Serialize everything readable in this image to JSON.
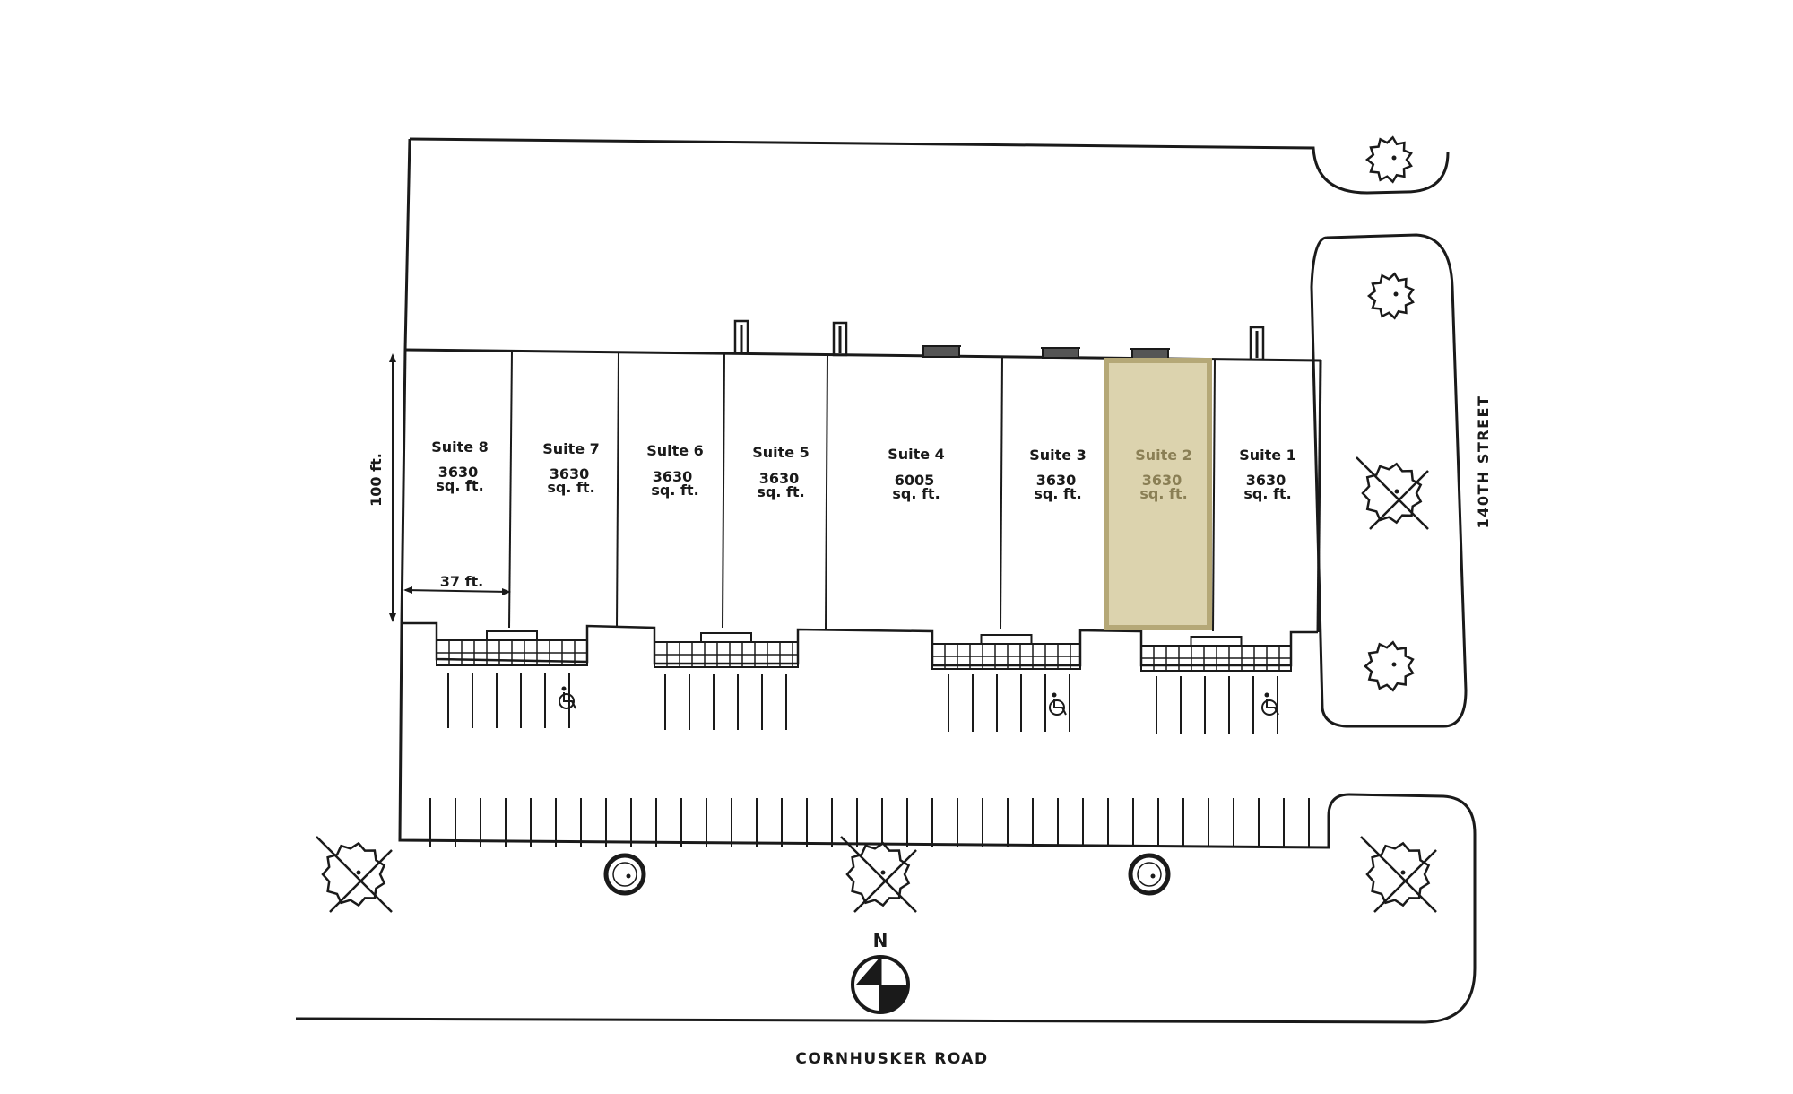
{
  "plan": {
    "suites": [
      {
        "name": "Suite 8",
        "area": "3630",
        "unit": "sq. ft.",
        "highlighted": false
      },
      {
        "name": "Suite 7",
        "area": "3630",
        "unit": "sq. ft.",
        "highlighted": false
      },
      {
        "name": "Suite 6",
        "area": "3630",
        "unit": "sq. ft.",
        "highlighted": false
      },
      {
        "name": "Suite 5",
        "area": "3630",
        "unit": "sq. ft.",
        "highlighted": false
      },
      {
        "name": "Suite 4",
        "area": "6005",
        "unit": "sq. ft.",
        "highlighted": false
      },
      {
        "name": "Suite 3",
        "area": "3630",
        "unit": "sq. ft.",
        "highlighted": false
      },
      {
        "name": "Suite 2",
        "area": "3630",
        "unit": "sq. ft.",
        "highlighted": true
      },
      {
        "name": "Suite 1",
        "area": "3630",
        "unit": "sq. ft.",
        "highlighted": false
      }
    ],
    "dimensions": {
      "depth": "100 ft.",
      "width": "37 ft."
    },
    "streets": {
      "south": "CORNHUSKER ROAD",
      "east": "140TH STREET"
    },
    "north_label": "N",
    "highlight_color": "#dcd3ae",
    "highlight_border": "#b5a877",
    "highlight_text_color": "#8a7f55",
    "line_color": "#1a1a1a"
  }
}
